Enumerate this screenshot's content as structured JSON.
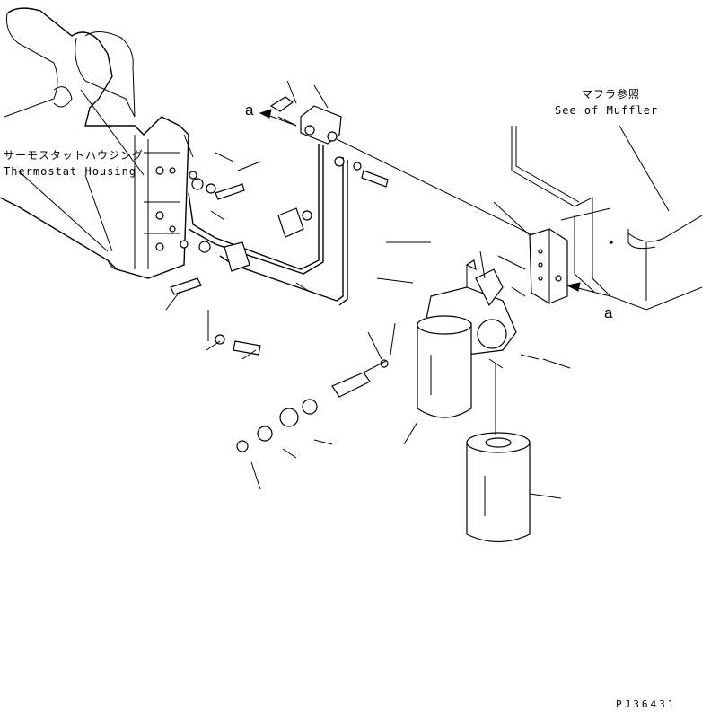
{
  "labels": {
    "thermostat_jp": "サーモスタットハウジング",
    "thermostat_en": "Thermostat Housing",
    "muffler_jp": "マフラ参照",
    "muffler_en": "See of Muffler",
    "ref_a_top": "a",
    "ref_a_right": "a",
    "drawing_code": "PJ36431"
  }
}
